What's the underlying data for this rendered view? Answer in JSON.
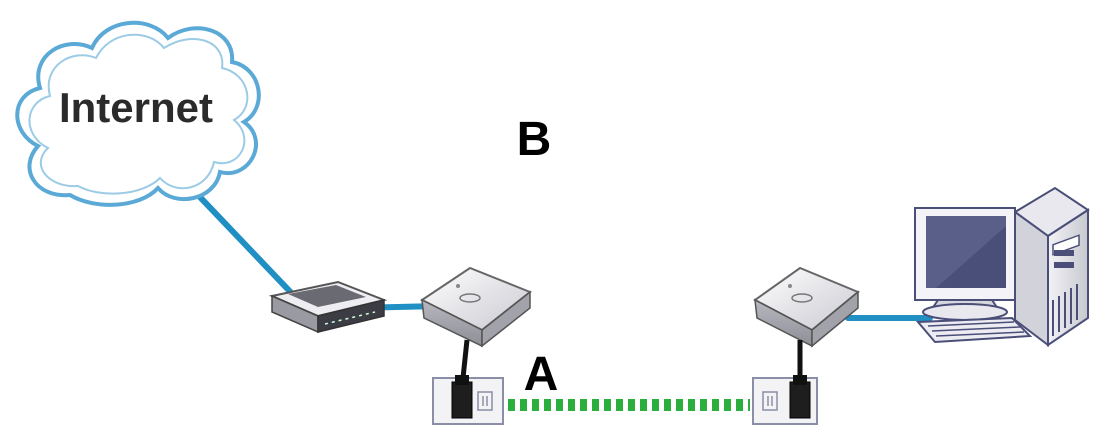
{
  "labels": {
    "cloud": "Internet",
    "segment_a": "A",
    "segment_b": "B"
  },
  "colors": {
    "ethernet_link": "#1f8fc4",
    "powerline_link": "#2cae3c",
    "cloud_outline": "#5aa9d6",
    "cloud_fill": "#ffffff",
    "device_body": "#e6e6ea",
    "device_dark": "#3a3a3a",
    "monitor_screen": "#4a4f7a"
  },
  "icons": {
    "cloud": "internet-cloud-icon",
    "modem": "modem-icon",
    "adapter": "powerline-adapter-icon",
    "outlet": "wall-outlet-icon",
    "computer": "desktop-computer-icon"
  }
}
